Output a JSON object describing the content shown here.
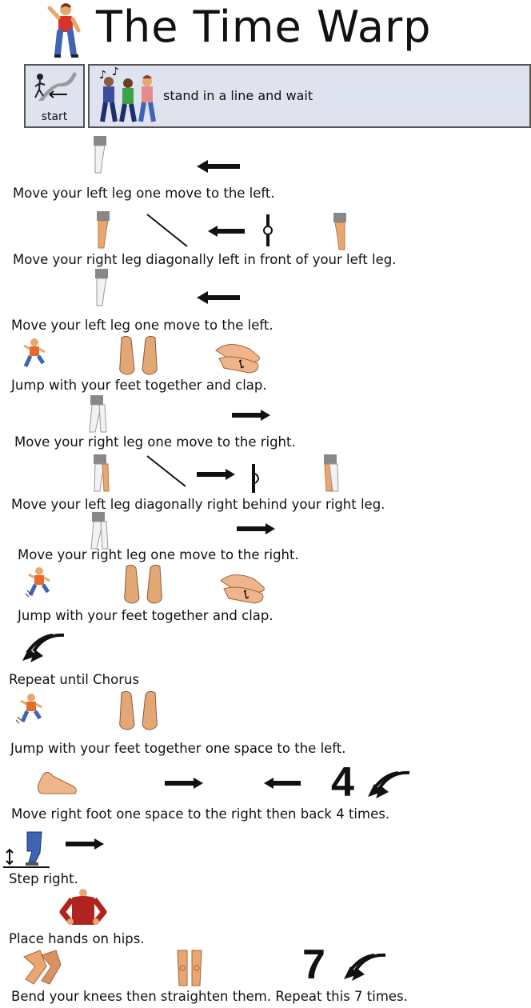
{
  "page_title": "The Time Warp",
  "start_label": "start",
  "intro_text": "stand in a line and wait",
  "steps": [
    "Move your left leg one move to the left.",
    "Move your right leg diagonally left in front of your left leg.",
    "Move your left leg one move to the left.",
    "Jump with your feet together and clap.",
    "Move your right leg one move to the right.",
    "Move your left leg diagonally right behind your right leg.",
    "Move your right leg one move to the right.",
    "Jump with your feet together and clap.",
    "Repeat until Chorus",
    "Jump with your feet together one space to the left.",
    "Move right foot one space to the right then back 4 times.",
    "Step right.",
    "Place hands on hips.",
    "Bend your knees then straighten them. Repeat this 7 times."
  ],
  "counts": {
    "four": "4",
    "seven": "7"
  },
  "icons": [
    "dancer-icon",
    "walk-start-icon",
    "dancers-icon",
    "leg-icon",
    "arrow-left-icon",
    "arrow-right-icon",
    "diagonal-line-icon",
    "position-marker-icon",
    "jumper-icon",
    "feet-icon",
    "clapping-hands-icon",
    "repeat-icon",
    "foot-icon",
    "step-up-icon",
    "hands-on-hips-icon",
    "knees-bent-icon",
    "knees-straight-icon"
  ],
  "colors": {
    "box_fill": "#dfe3ef",
    "skin": "#e9a66f",
    "shirt_red": "#d9342b",
    "jeans": "#3f63b5"
  }
}
